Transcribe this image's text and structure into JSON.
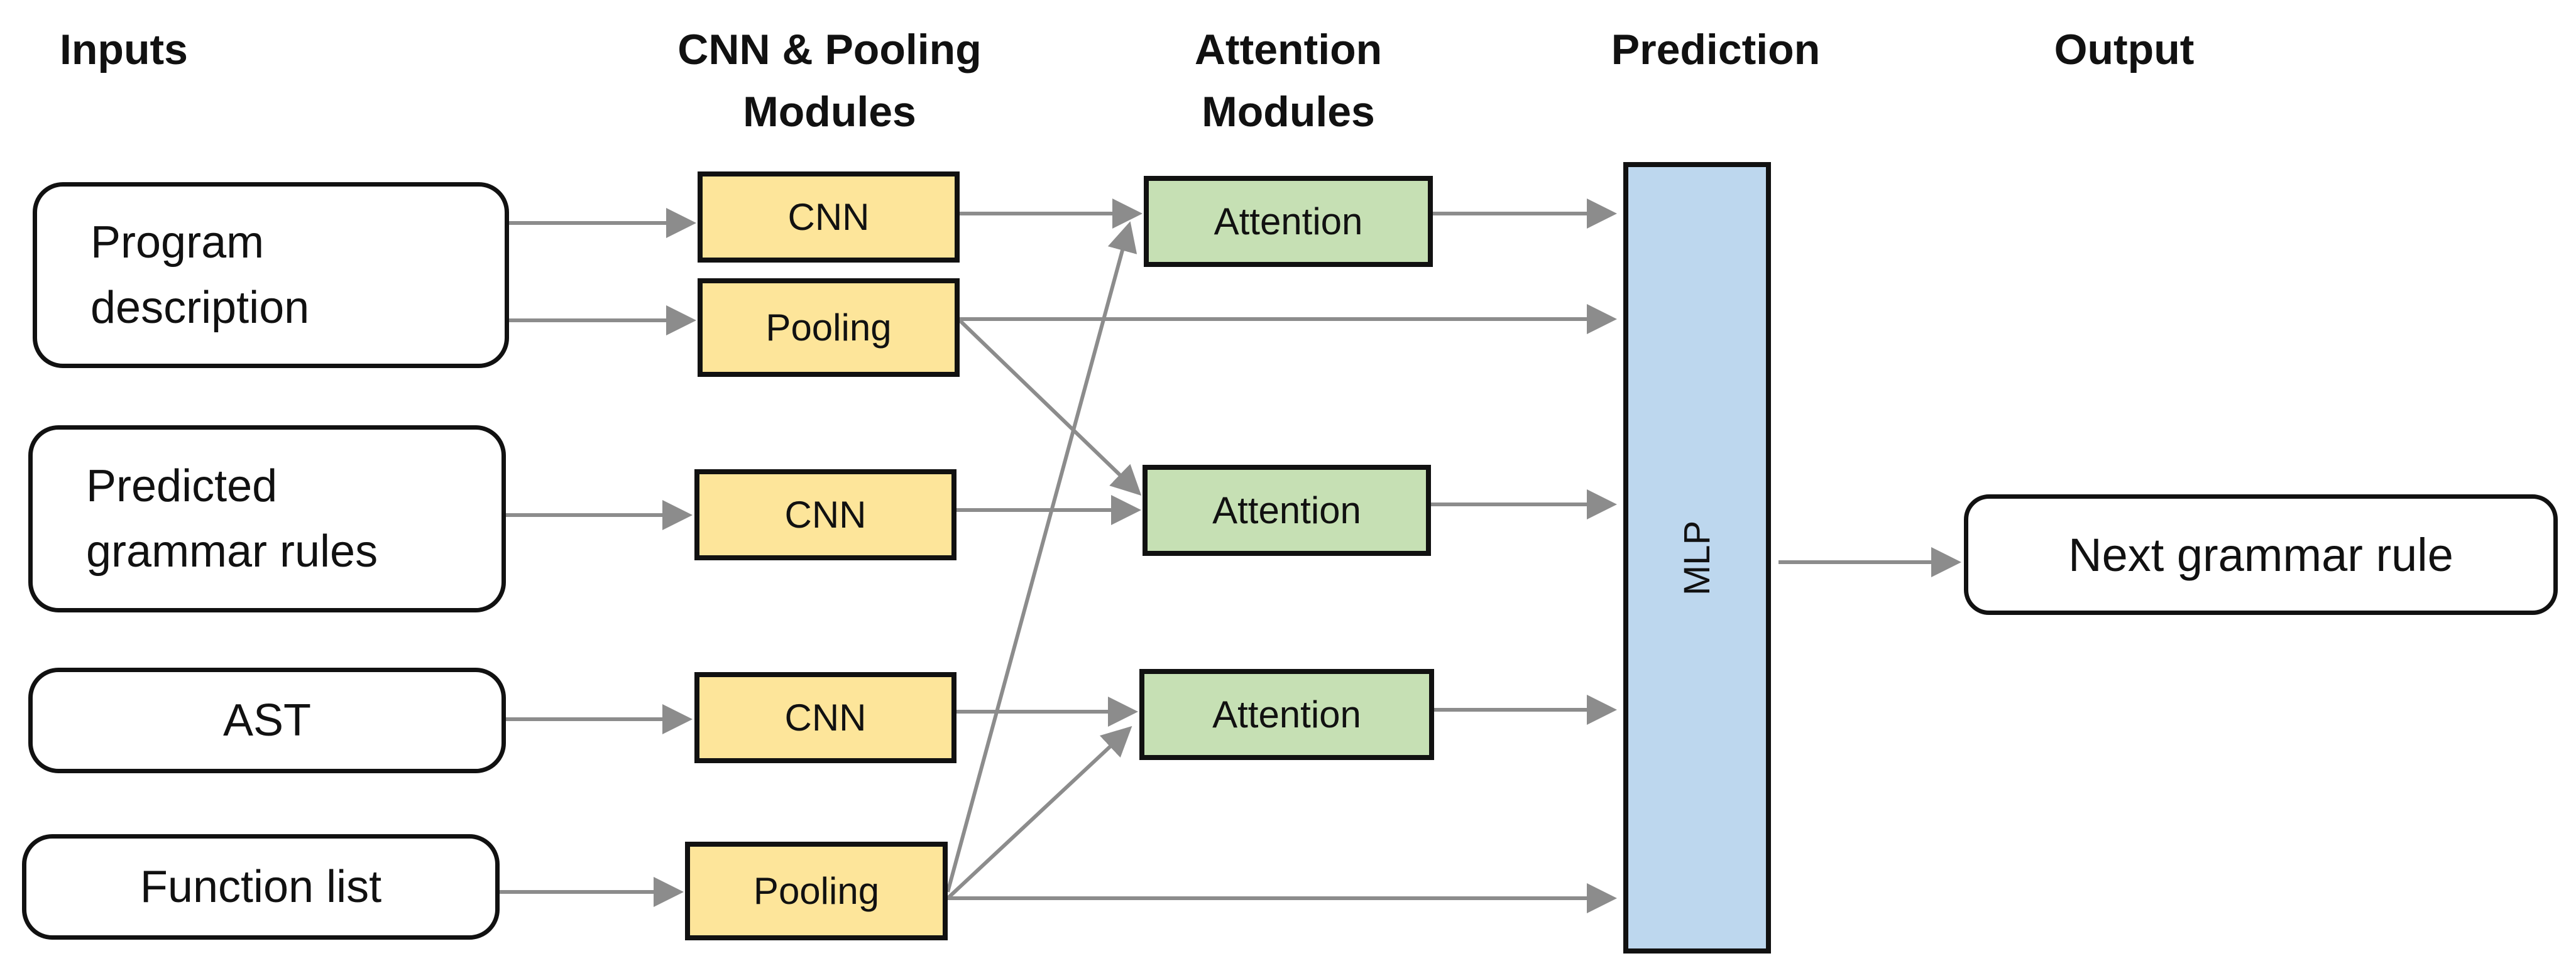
{
  "headers": {
    "inputs": "Inputs",
    "cnn_pooling": "CNN & Pooling\nModules",
    "attention": "Attention\nModules",
    "prediction": "Prediction",
    "output": "Output"
  },
  "inputs": {
    "program_description": "Program\ndescription",
    "predicted_grammar_rules": "Predicted\ngrammar rules",
    "ast": "AST",
    "function_list": "Function list"
  },
  "modules": {
    "cnn_1": "CNN",
    "pooling_1": "Pooling",
    "cnn_2": "CNN",
    "cnn_3": "CNN",
    "pooling_2": "Pooling"
  },
  "attention": {
    "attention_1": "Attention",
    "attention_2": "Attention",
    "attention_3": "Attention"
  },
  "prediction": {
    "mlp": "MLP"
  },
  "output": {
    "next_grammar_rule": "Next grammar rule"
  },
  "colors": {
    "cnn_pooling_fill": "#fde59a",
    "attention_fill": "#c6e0b4",
    "mlp_fill": "#bdd7ee",
    "arrow": "#8c8c8c"
  }
}
